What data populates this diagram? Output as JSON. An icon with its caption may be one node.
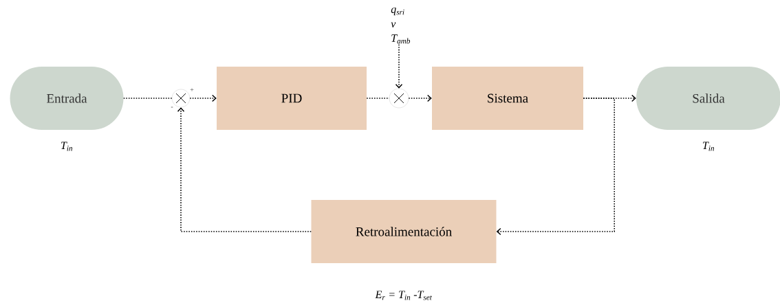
{
  "diagram": {
    "nodes": [
      {
        "text": [
          "Entrada"
        ],
        "beside": [
          "T$_{in}$"
        ]
      },
      {
        "text": [],
        "shape": "circle"
      },
      {
        "text": [
          "PID"
        ]
      },
      {
        "text": [],
        "shape": "circle"
      },
      {
        "text": [
          "Sistema"
        ]
      },
      {
        "text": [
          "Salida"
        ],
        "beside": [
          "T$_{in}$"
        ]
      },
      {
        "text": [
          "Retroalimentación"
        ],
        "beside": [
          "E$_{r}$ = T$_{in}$ -T$_{set}$"
        ]
      },
      {
        "text": [
          "q$_{sri}$ v T$_{amb}$"
        ]
      }
    ],
    "edges": [
      {
        "from": 0,
        "to": 1,
        "arrow": "none"
      },
      {
        "from": 1,
        "to": 2,
        "arrow": "to"
      },
      {
        "from": 2,
        "to": 3,
        "arrow": "none"
      },
      {
        "from": 3,
        "to": 4,
        "arrow": "to"
      },
      {
        "from": 4,
        "to": 5,
        "arrow": "to"
      },
      {
        "from": 4,
        "to": 6,
        "arrow": "to"
      },
      {
        "from": 6,
        "to": 1,
        "arrow": "to"
      },
      {
        "from": 7,
        "to": 3,
        "arrow": "to"
      }
    ],
    "labels": [
      "+",
      "-"
    ]
  }
}
